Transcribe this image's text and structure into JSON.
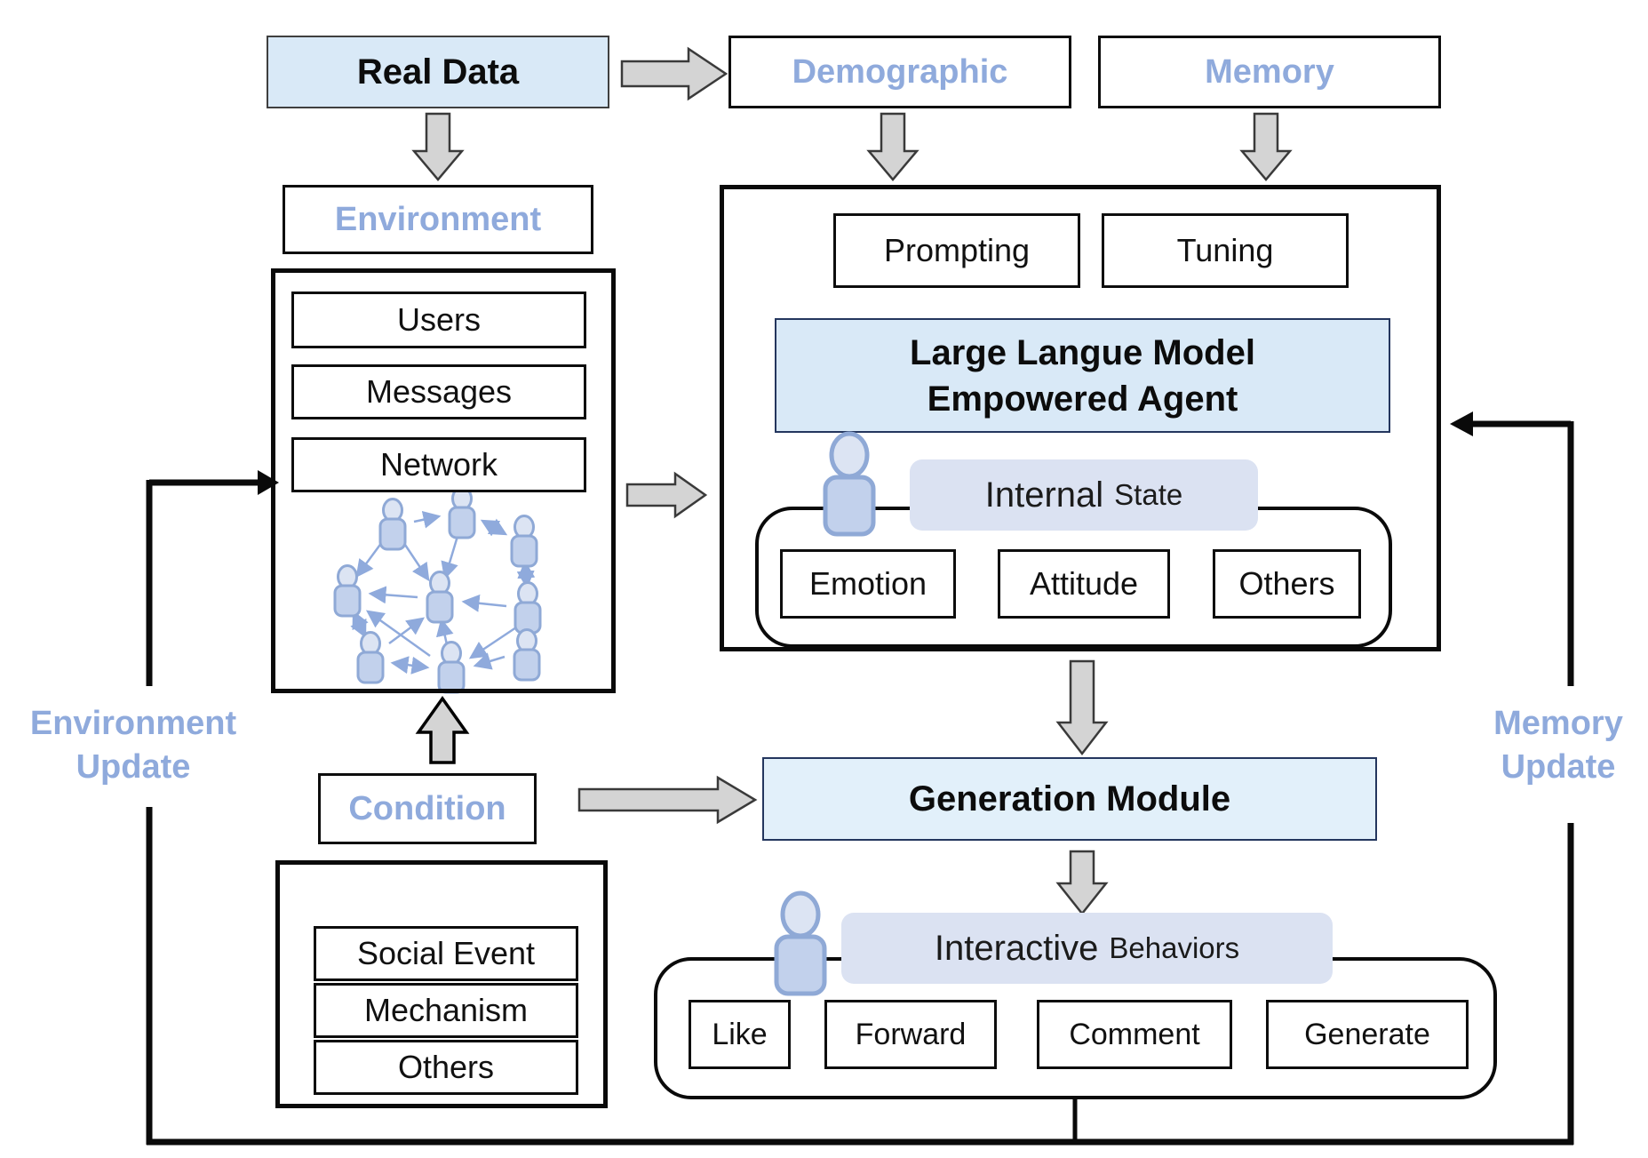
{
  "diagram": {
    "top_row": {
      "real_data": "Real Data",
      "demographic": "Demographic",
      "memory": "Memory"
    },
    "environment": {
      "label": "Environment",
      "users": "Users",
      "messages": "Messages",
      "network": "Network"
    },
    "agent": {
      "prompting": "Prompting",
      "tuning": "Tuning",
      "llm_line1": "Large Langue Model",
      "llm_line2": "Empowered Agent",
      "internal_state_main": "Internal",
      "internal_state_sub": "State",
      "emotion": "Emotion",
      "attitude": "Attitude",
      "others": "Others"
    },
    "generation": {
      "module": "Generation Module",
      "behaviors_main": "Interactive",
      "behaviors_sub": "Behaviors",
      "like": "Like",
      "forward": "Forward",
      "comment": "Comment",
      "generate": "Generate"
    },
    "condition": {
      "label": "Condition",
      "social_event": "Social Event",
      "mechanism": "Mechanism",
      "others": "Others"
    },
    "feedback": {
      "environment_update": [
        "Environment",
        "Update"
      ],
      "memory_update": [
        "Memory",
        "Update"
      ]
    }
  },
  "colors": {
    "accent_blue_text": "#8faadc",
    "light_blue_fill": "#d9e9f7",
    "label_fill": "#dbe2f2",
    "navy_border": "#24365e",
    "arrow_gray_fill": "#d4d4d4",
    "person_fill": "#c2d1ec",
    "network_edge": "#8faadc",
    "line_black": "#0a0a0a"
  }
}
